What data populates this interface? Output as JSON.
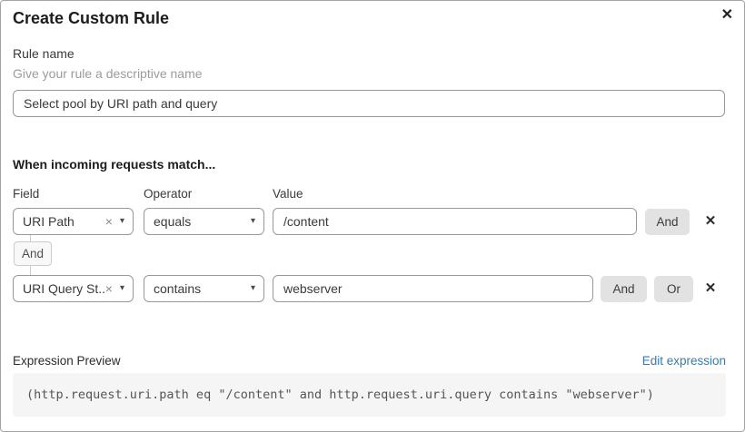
{
  "dialog": {
    "title": "Create Custom Rule"
  },
  "icons": {
    "close": "✕",
    "clear": "×",
    "caret": "▾",
    "remove": "✕"
  },
  "rule_name": {
    "label": "Rule name",
    "helper": "Give your rule a descriptive name",
    "value": "Select pool by URI path and query"
  },
  "match": {
    "heading": "When incoming requests match...",
    "columns": {
      "field": "Field",
      "operator": "Operator",
      "value": "Value"
    },
    "connector_label": "And",
    "rows": [
      {
        "field": "URI Path",
        "operator": "equals",
        "value": "/content",
        "and_label": "And"
      },
      {
        "field": "URI Query St...",
        "operator": "contains",
        "value": "webserver",
        "and_label": "And",
        "or_label": "Or"
      }
    ]
  },
  "expression": {
    "label": "Expression Preview",
    "edit_link": "Edit expression",
    "code": "(http.request.uri.path eq \"/content\" and http.request.uri.query contains \"webserver\")"
  },
  "colors": {
    "link": "#2f7bbd",
    "button_bg": "#e2e2e2",
    "input_border": "#989898",
    "code_bg": "#f5f5f5",
    "helper_text": "#9b9b9b"
  }
}
